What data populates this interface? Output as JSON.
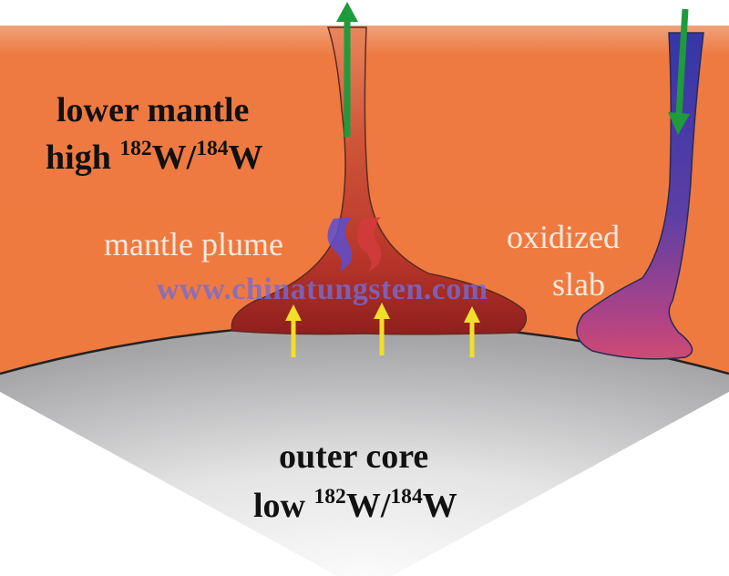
{
  "labels": {
    "lower_mantle_line1": "lower mantle",
    "lower_mantle_line2_prefix": "high ",
    "outer_core_line1": "outer core",
    "outer_core_line2_prefix": "low ",
    "ratio_sup1": "182",
    "ratio_base1": "W/",
    "ratio_sup2": "184",
    "ratio_base2": "W",
    "mantle_plume": "mantle plume",
    "oxidized": "oxidized",
    "slab": "slab"
  },
  "watermark": {
    "text": "www.chinatungsten.com"
  },
  "colors": {
    "mantle": "#ee7a42",
    "plume": "#c5432e",
    "plume_base": "#9c2420",
    "slab_top": "#3b3ca7",
    "slab_bottom": "#c6437a",
    "core_light": "#fafafa",
    "core_dark": "#a9a9ab",
    "arrow_up_slab": "#1f9a3c",
    "arrow_core": "#f5e23a"
  }
}
